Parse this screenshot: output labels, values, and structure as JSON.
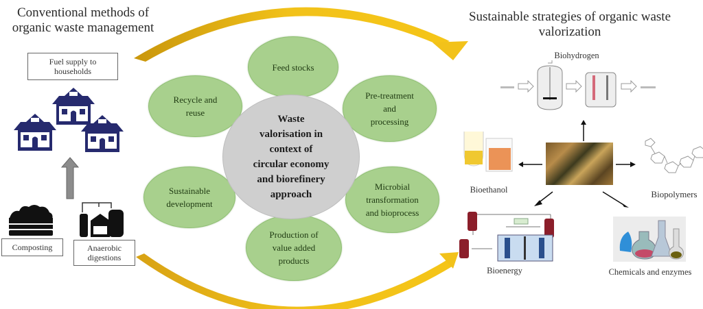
{
  "left_panel": {
    "title": "Conventional methods of organic waste management",
    "title_line1": "Conventional methods of",
    "title_line2": "organic waste management",
    "fuel_box": {
      "line1": "Fuel supply to",
      "line2": "households"
    },
    "composting_label": "Composting",
    "anaerobic_box": {
      "line1": "Anaerobic",
      "line2": "digestions"
    },
    "icons": [
      "house-icon",
      "house-icon",
      "house-icon",
      "up-arrow-icon",
      "compost-heap-icon",
      "anaerobic-digester-icon"
    ]
  },
  "center_panel": {
    "hub": {
      "lines": [
        "Waste",
        "valorisation in",
        "context of",
        "circular economy",
        "and biorefinery",
        "approach"
      ]
    },
    "nodes": [
      {
        "id": "feed-stocks",
        "lines": [
          "Feed stocks"
        ]
      },
      {
        "id": "pre-treatment",
        "lines": [
          "Pre-treatment",
          "and",
          "processing"
        ]
      },
      {
        "id": "microbial",
        "lines": [
          "Microbial",
          "transformation",
          "and bioprocess"
        ]
      },
      {
        "id": "production",
        "lines": [
          "Production of",
          "value added",
          "products"
        ]
      },
      {
        "id": "sustainable",
        "lines": [
          "Sustainable",
          "development"
        ]
      },
      {
        "id": "recycle",
        "lines": [
          "Recycle and",
          "reuse"
        ]
      }
    ]
  },
  "right_panel": {
    "title_line1": "Sustainable strategies of organic waste",
    "title_line2": "valorization",
    "products": {
      "biohydrogen": "Biohydrogen",
      "bioethanol": "Bioethanol",
      "biopolymers": "Biopolymers",
      "bioenergy": "Bioenergy",
      "chemicals": "Chemicals and enzymes"
    }
  },
  "colors": {
    "arrow_gold": "#e0b21c",
    "arrow_dark": "#c9960c",
    "node_green": "#a8d08d",
    "hub_gray": "#cfcfcf",
    "house_navy": "#262a6e"
  }
}
